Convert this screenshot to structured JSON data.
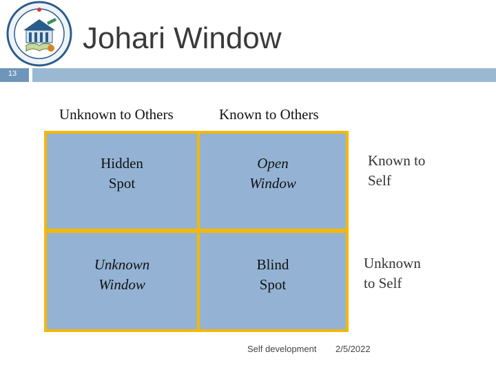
{
  "slide": {
    "title": "Johari Window",
    "number": "13"
  },
  "columns": {
    "left": "Unknown to Others",
    "right": "Known to Others"
  },
  "rows": {
    "top": "Known to\nSelf",
    "bottom": "Unknown\nto Self"
  },
  "cells": {
    "hidden": "Hidden\nSpot",
    "open": "Open\nWindow",
    "unknown": "Unknown\nWindow",
    "blind": "Blind\nSpot"
  },
  "footer": {
    "topic": "Self development",
    "date": "2/5/2022"
  },
  "colors": {
    "cell_fill": "#94b3d4",
    "grid_border": "#f5b800",
    "bar": "#9bb8d3",
    "number_box": "#6f96ba"
  },
  "icons": {
    "logo": "institute-emblem-logo"
  }
}
